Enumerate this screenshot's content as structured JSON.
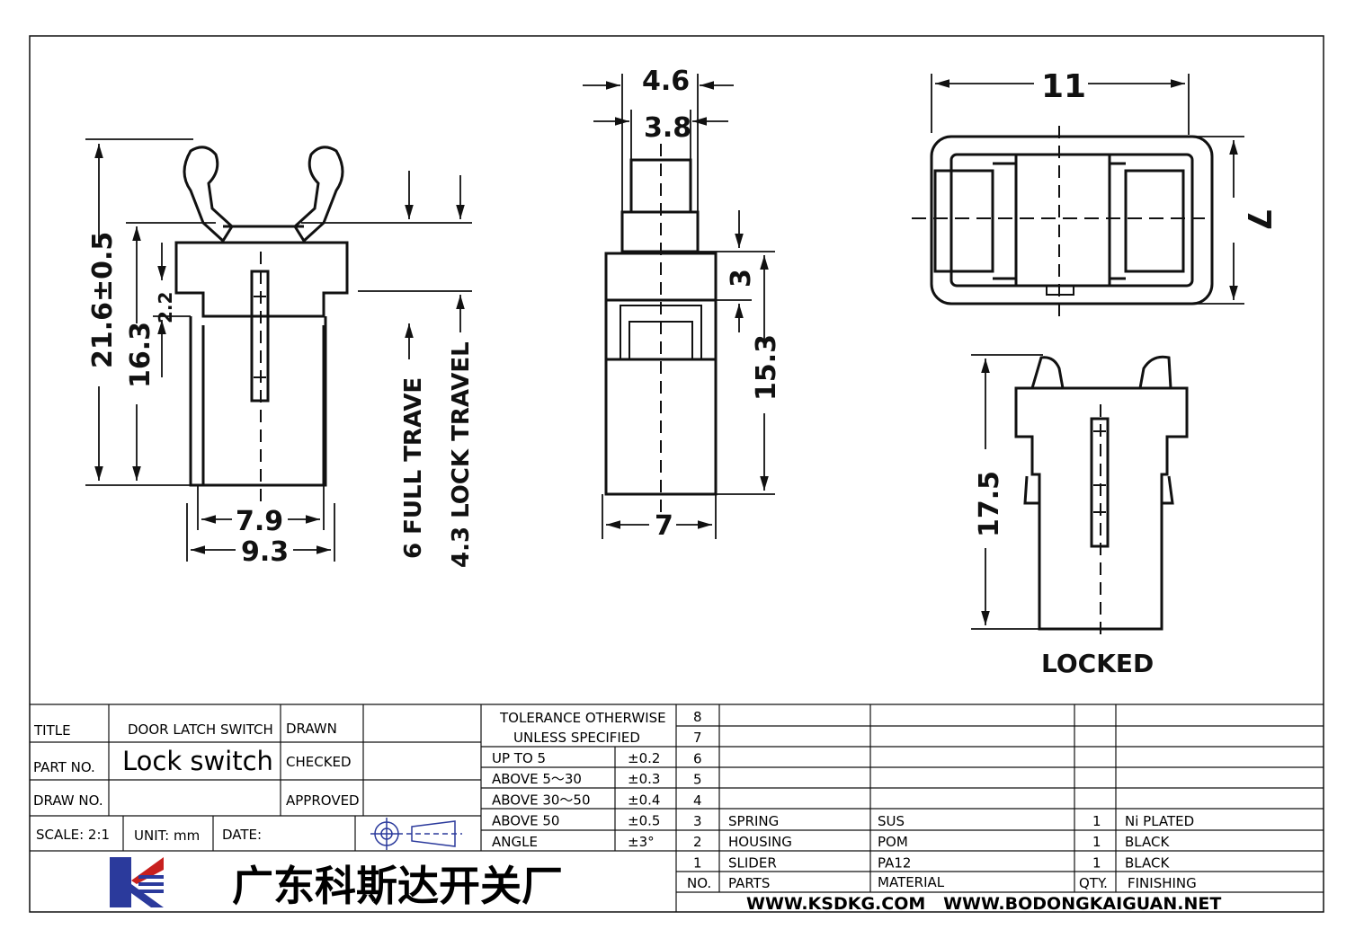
{
  "views": {
    "side": {
      "dim_total_height": "21.6±0.5",
      "dim_body_height": "16.3",
      "dim_step": "2.2",
      "dim_inner_width": "7.9",
      "dim_outer_width": "9.3",
      "full_travel": "6 FULL TRAVE",
      "lock_travel": "4.3 LOCK TRAVEL"
    },
    "front": {
      "dim_top_outer": "4.6",
      "dim_top_inner": "3.8",
      "dim_plunger": "3",
      "dim_body": "15.3",
      "dim_width": "7"
    },
    "top": {
      "dim_length": "11",
      "dim_width": "7"
    },
    "locked": {
      "dim_height": "17.5",
      "label": "LOCKED"
    }
  },
  "title_block": {
    "title_label": "TITLE",
    "title_value": "DOOR LATCH SWITCH",
    "part_no_label": "PART NO.",
    "part_no_value": "Lock switch",
    "draw_no_label": "DRAW NO.",
    "draw_no_value": "",
    "drawn_label": "DRAWN",
    "checked_label": "CHECKED",
    "approved_label": "APPROVED",
    "scale": "SCALE: 2:1",
    "unit": "UNIT: mm",
    "date": "DATE:",
    "company": "广东科斯达开关厂",
    "tolerance_header": [
      "TOLERANCE OTHERWISE",
      "UNLESS SPECIFIED"
    ],
    "tolerances": [
      {
        "range": "UP TO 5",
        "value": "±0.2"
      },
      {
        "range": "ABOVE 5～30",
        "value": "±0.3"
      },
      {
        "range": "ABOVE 30～50",
        "value": "±0.4"
      },
      {
        "range": "ABOVE 50",
        "value": "±0.5"
      },
      {
        "range": "ANGLE",
        "value": "±3°"
      }
    ],
    "bom_rows": [
      {
        "no": "8",
        "part": "",
        "material": "",
        "qty": "",
        "finish": ""
      },
      {
        "no": "7",
        "part": "",
        "material": "",
        "qty": "",
        "finish": ""
      },
      {
        "no": "6",
        "part": "",
        "material": "",
        "qty": "",
        "finish": ""
      },
      {
        "no": "5",
        "part": "",
        "material": "",
        "qty": "",
        "finish": ""
      },
      {
        "no": "4",
        "part": "",
        "material": "",
        "qty": "",
        "finish": ""
      },
      {
        "no": "3",
        "part": "SPRING",
        "material": "SUS",
        "qty": "1",
        "finish": "Ni PLATED"
      },
      {
        "no": "2",
        "part": "HOUSING",
        "material": "POM",
        "qty": "1",
        "finish": "BLACK"
      },
      {
        "no": "1",
        "part": "SLIDER",
        "material": "PA12",
        "qty": "1",
        "finish": "BLACK"
      }
    ],
    "bom_header": {
      "no": "NO.",
      "part": "PARTS",
      "material": "MATERIAL",
      "qty": "QTY.",
      "finish": "FINISHING"
    },
    "websites": "WWW.KSDKG.COM   WWW.BODONGKAIGUAN.NET"
  },
  "colors": {
    "line": "#111111",
    "logo_blue": "#2b3a9c",
    "logo_red": "#c8201e"
  },
  "icons": [
    "first-angle-projection-icon",
    "company-logo"
  ]
}
